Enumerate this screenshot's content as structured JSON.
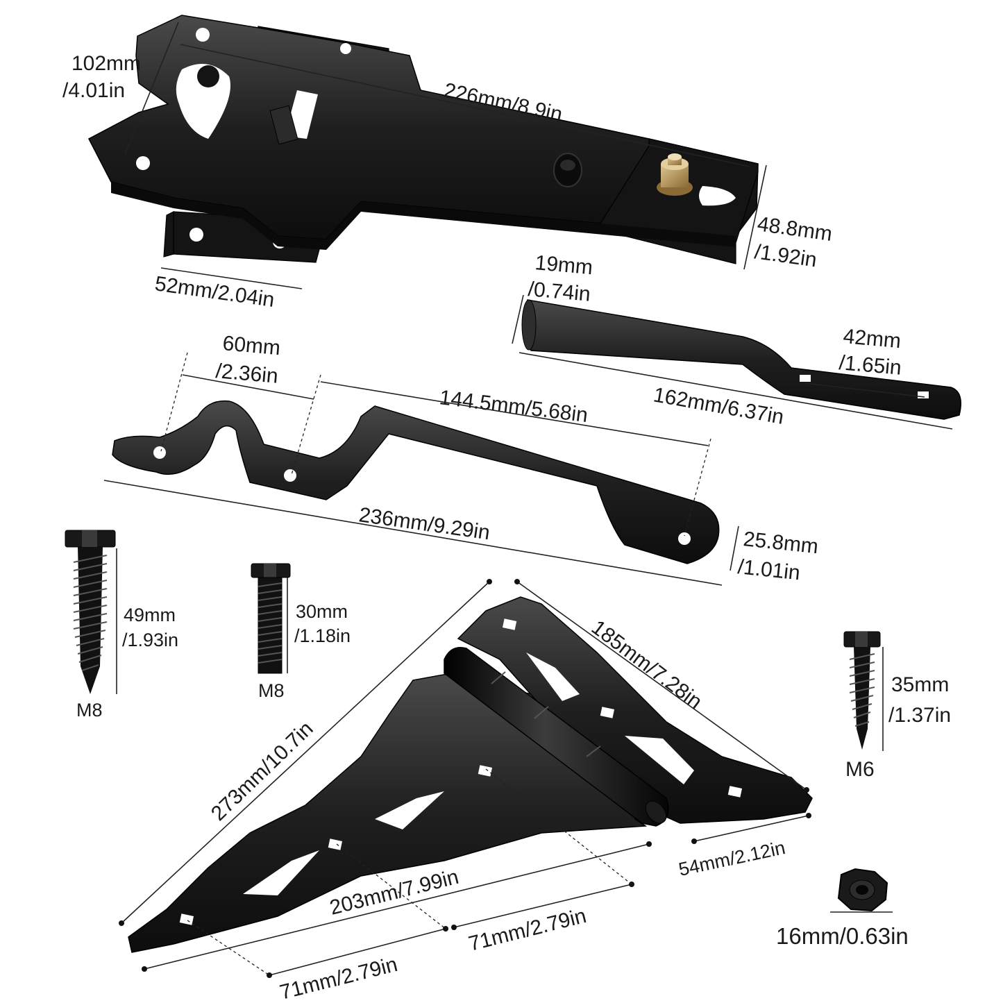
{
  "colors": {
    "metal": "#1b1b1b",
    "metal_highlight": "#5a5a5a",
    "brass": "#b8955a",
    "background": "#ffffff"
  },
  "latch": {
    "height_label_1": "102mm",
    "height_label_2": "/4.01in",
    "length_label": "226mm/8.9in",
    "width_label_1": "48.8mm",
    "width_label_2": "/1.92in",
    "keeper_label": "52mm/2.04in"
  },
  "bar": {
    "dia_label_1": "19mm",
    "dia_label_2": "/0.74in",
    "hole_label_1": "42mm",
    "hole_label_2": "/1.65in",
    "length_label": "162mm/6.37in"
  },
  "handle": {
    "spacing_label_1": "60mm",
    "spacing_label_2": "/2.36in",
    "grip_label": "144.5mm/5.68in",
    "length_label": "236mm/9.29in",
    "height_label_1": "25.8mm",
    "height_label_2": "/1.01in"
  },
  "screws": {
    "lag_large": {
      "size_1": "49mm",
      "size_2": "/1.93in",
      "thread": "M8"
    },
    "bolt": {
      "size_1": "30mm",
      "size_2": "/1.18in",
      "thread": "M8"
    },
    "lag_small": {
      "size_1": "35mm",
      "size_2": "/1.37in",
      "thread": "M6"
    },
    "nut": {
      "size": "16mm/0.63in"
    }
  },
  "hinge": {
    "long_edge": "273mm/10.7in",
    "short_edge": "185mm/7.28in",
    "tip_width": "54mm/2.12in",
    "length": "203mm/7.99in",
    "hole_spacing_1": "71mm/2.79in",
    "hole_spacing_2": "71mm/2.79in"
  }
}
